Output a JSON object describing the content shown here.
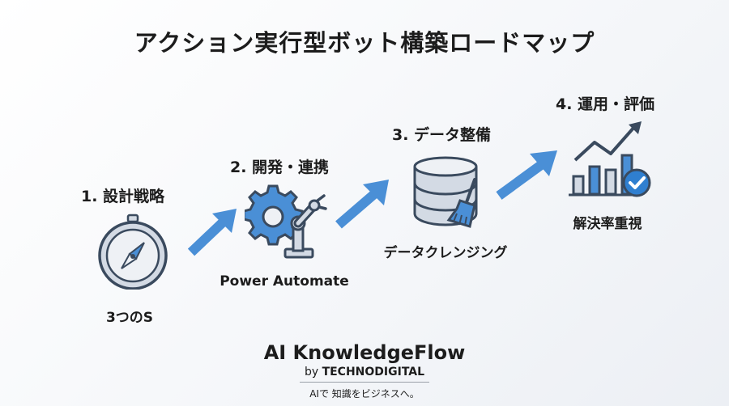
{
  "title": "アクション実行型ボット構築ロードマップ",
  "steps": [
    {
      "label": "1. 設計戦略",
      "caption": "3つのS",
      "icon": "compass-icon"
    },
    {
      "label": "2. 開発・連携",
      "caption": "Power Automate",
      "icon": "gear-robot-arm-icon"
    },
    {
      "label": "3. データ整備",
      "caption": "データクレンジング",
      "icon": "database-broom-icon"
    },
    {
      "label": "4. 運用・評価",
      "caption": "解決率重視",
      "icon": "bar-chart-check-icon"
    }
  ],
  "brand": {
    "name": "AI KnowledgeFlow",
    "by_prefix": "by ",
    "by_company": "TECHNODIGITAL",
    "tagline": "AIで 知識をビジネスへ。"
  },
  "colors": {
    "icon_stroke": "#3a4a5e",
    "icon_fill": "#d3dae4",
    "accent_blue": "#4a8fd6",
    "check_blue": "#2f7fd0"
  }
}
